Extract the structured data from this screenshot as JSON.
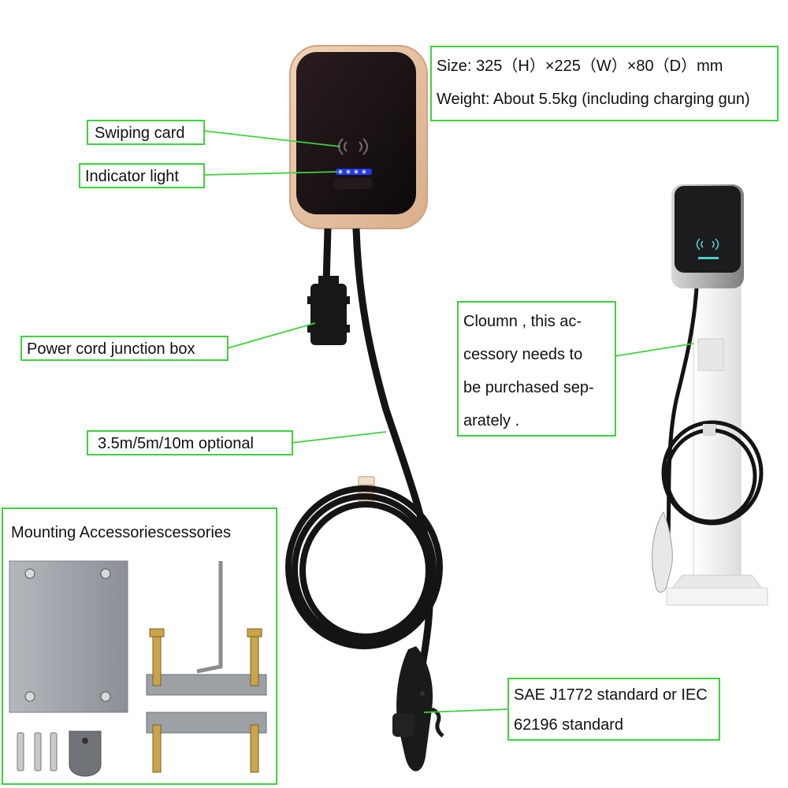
{
  "callouts": {
    "spec_size": "Size: 325（H）×225（W）×80（D）mm",
    "spec_weight": "Weight: About 5.5kg (including charging gun)",
    "swiping_card": "Swiping card",
    "indicator_light": "Indicator light",
    "junction_box": "Power cord junction box",
    "cable_length": "3.5m/5m/10m optional",
    "column_lines": [
      "Cloumn , this ac-",
      "cessory needs to",
      "be purchased sep-",
      "arately ."
    ],
    "connector_lines": [
      "SAE J1772 standard or IEC",
      "62196 standard"
    ]
  },
  "accessories": {
    "title": "Mounting Accessoriescessories"
  },
  "colors": {
    "callout_border": "#3fd13f",
    "leader_line": "#3fd13f",
    "charger_shell": "#e6c2a2",
    "charger_face": "#1d1416",
    "indicator_led": "#3b6cff",
    "cable": "#141414",
    "plate_metal": "#9aa0a6",
    "column": "#f2f2f2"
  },
  "icons": [
    "nfc-card-icon",
    "led-strip-icon"
  ]
}
